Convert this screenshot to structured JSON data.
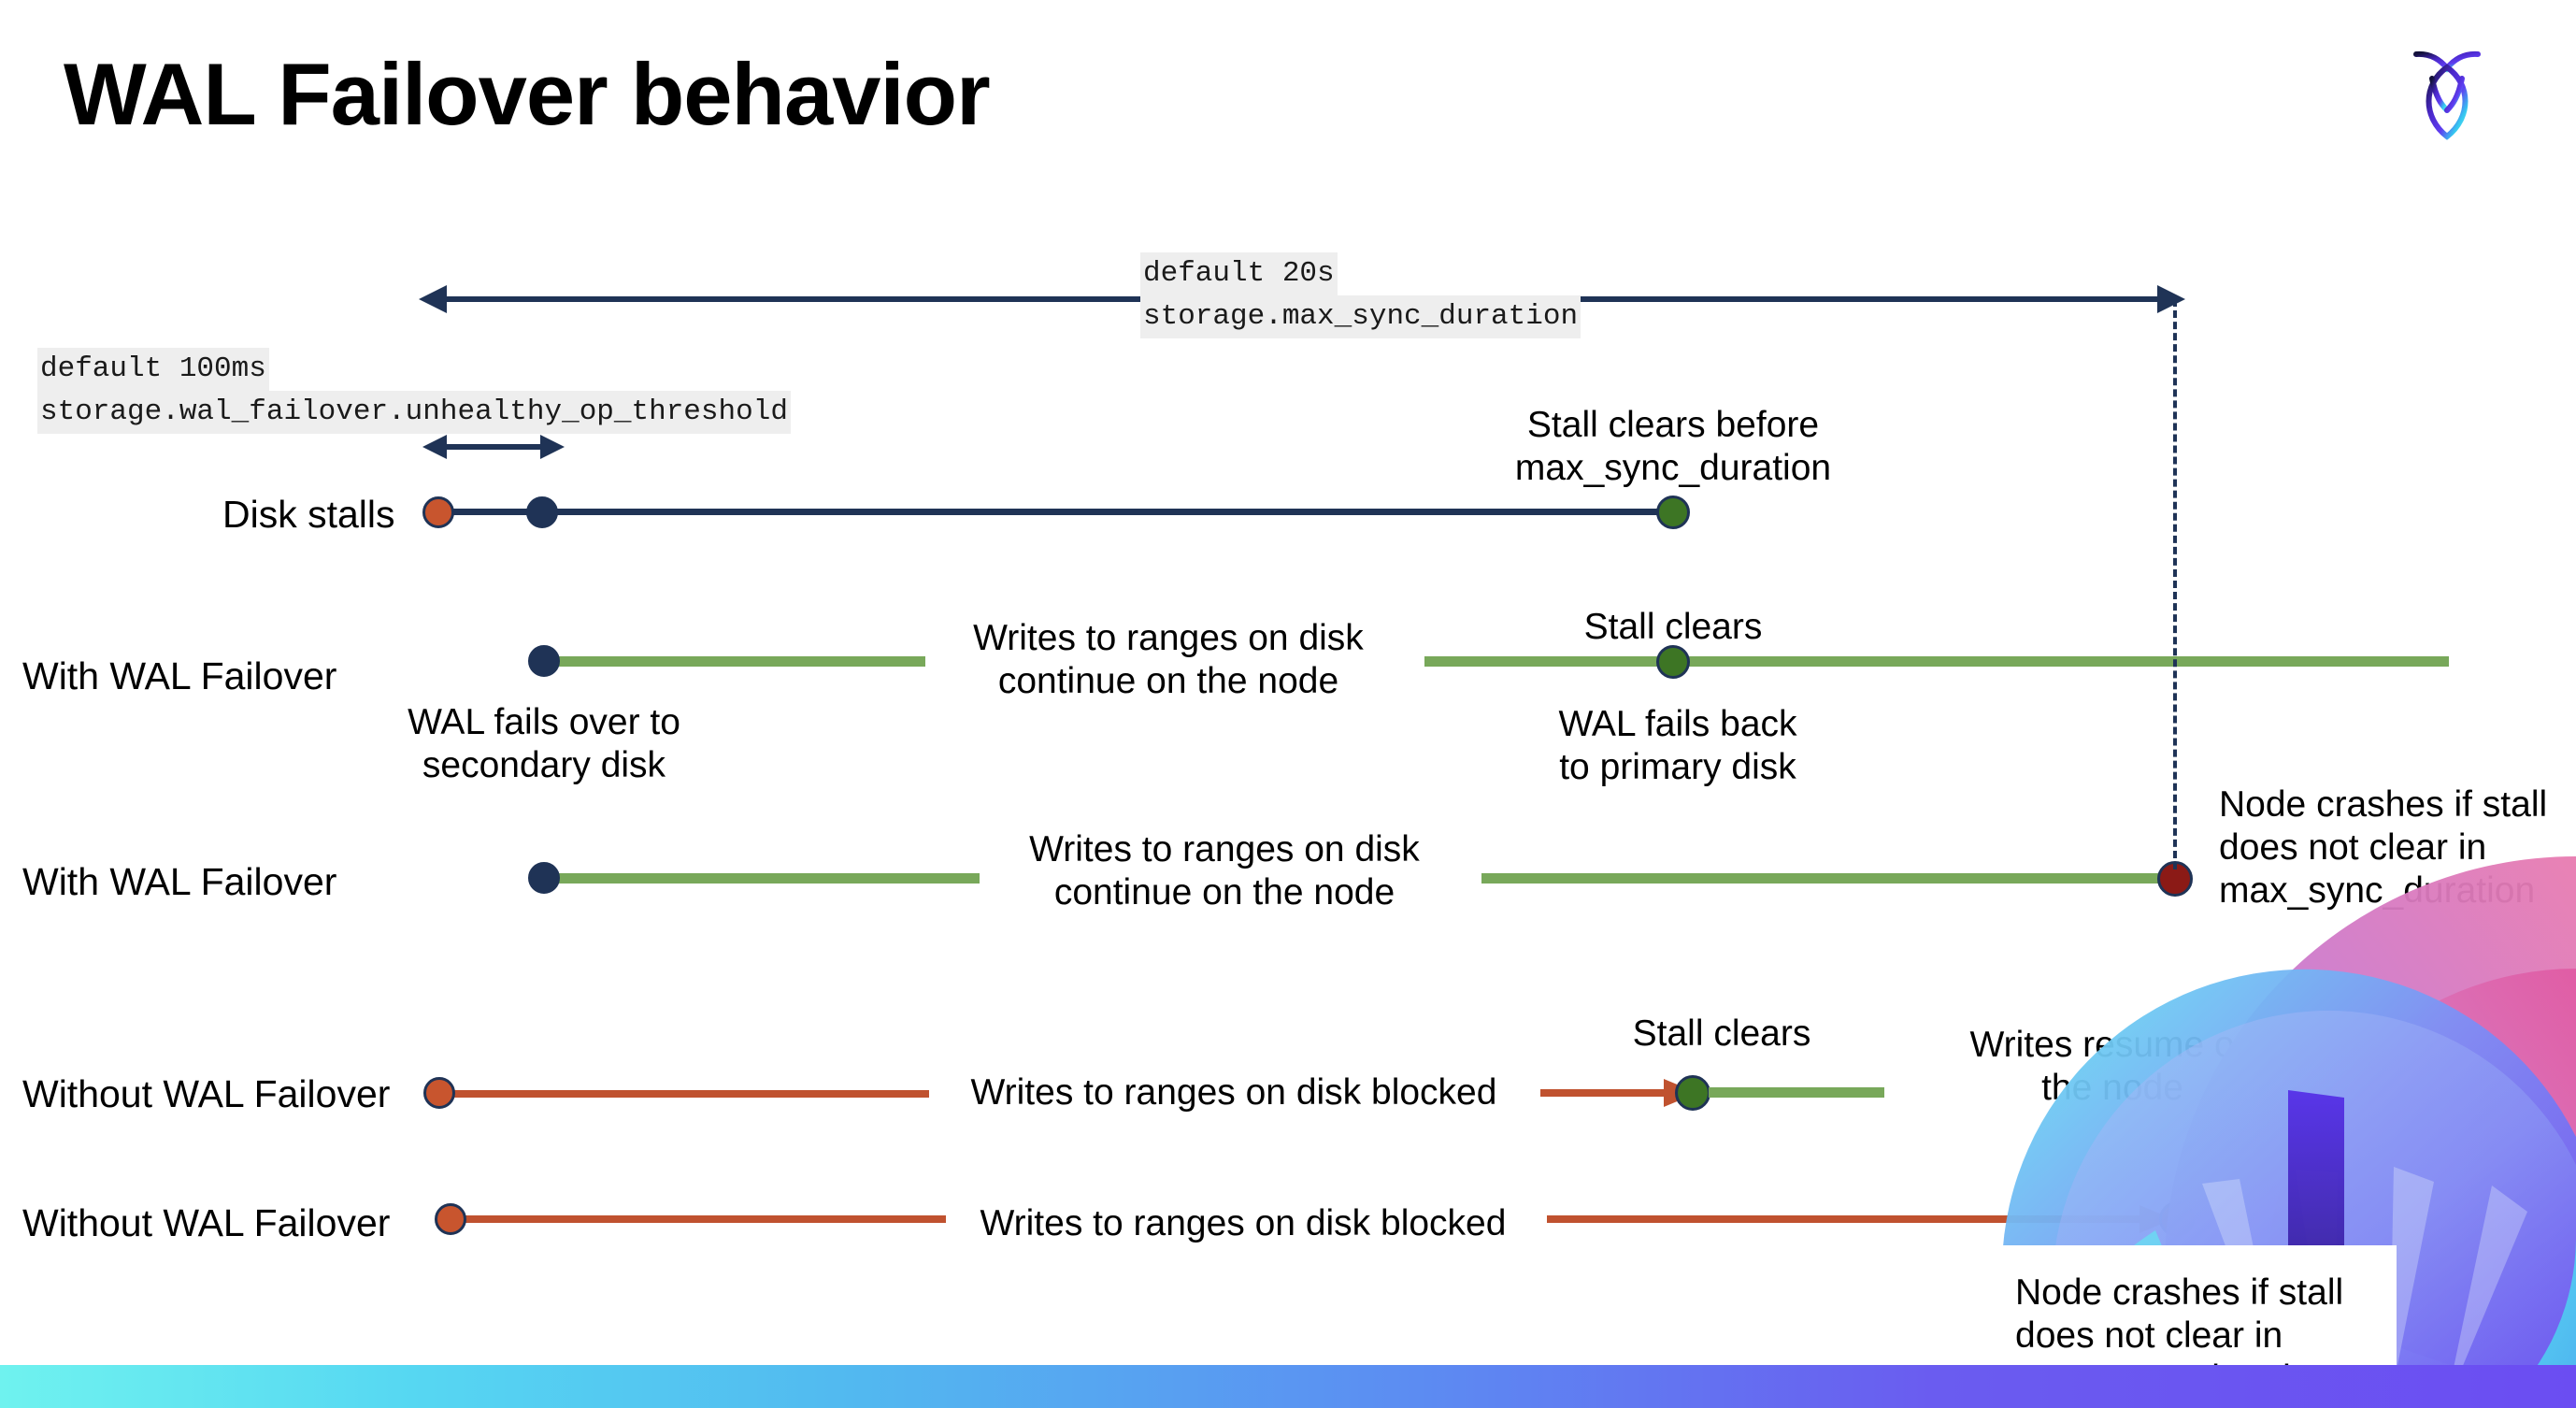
{
  "slide": {
    "title": "WAL Failover behavior",
    "logo_name": "cockroachdb-logo"
  },
  "annotations": {
    "max_sync_duration": {
      "default": "default 20s",
      "setting": "storage.max_sync_duration"
    },
    "unhealthy_op_threshold": {
      "default": "default 100ms",
      "setting": "storage.wal_failover.unhealthy_op_threshold"
    }
  },
  "rows": [
    {
      "label": "Disk stalls",
      "notes": [
        "Stall clears before",
        "max_sync_duration"
      ]
    },
    {
      "label": "With WAL Failover",
      "notes": [
        "WAL fails over to",
        "secondary disk",
        "Writes to ranges on disk",
        "continue on the node",
        "Stall clears",
        "WAL fails  back",
        "to primary disk"
      ]
    },
    {
      "label": "With WAL Failover",
      "notes": [
        "Writes to ranges on disk",
        "continue on the node",
        "Node crashes if stall",
        "does not clear in",
        "max_sync_duration"
      ]
    },
    {
      "label": "Without WAL Failover",
      "notes": [
        "Writes to ranges on disk  blocked",
        "Stall clears",
        "Writes resume on",
        "the node"
      ]
    },
    {
      "label": "Without WAL Failover",
      "notes": [
        "Writes to ranges on disk  blocked",
        "Node crashes if stall",
        "does not clear in",
        "max_sync_duration"
      ]
    }
  ],
  "labels": {
    "disk_stalls": "Disk stalls",
    "with_wal_failover": "With WAL Failover",
    "without_wal_failover": "Without WAL Failover",
    "stall_clears_before": "Stall clears before",
    "max_sync_duration_word": "max_sync_duration",
    "wal_fails_over_to": "WAL fails over to",
    "secondary_disk": "secondary disk",
    "writes_to_ranges_1": "Writes to ranges on disk",
    "continue_on_node": "continue on the node",
    "stall_clears": "Stall clears",
    "wal_fails_back": "WAL fails  back",
    "to_primary_disk": "to primary disk",
    "node_crashes_line1": "Node crashes if stall",
    "node_crashes_line2": "does not clear in",
    "node_crashes_line3": "max_sync_duration",
    "writes_blocked": "Writes to ranges on disk  blocked",
    "writes_resume_line1": "Writes resume on",
    "writes_resume_line2": "the node"
  },
  "colors": {
    "navy": "#1f3356",
    "green_line": "#78a85a",
    "green_dot": "#3d7524",
    "red_line": "#c0522f",
    "orange_dot": "#c8552e",
    "dark_red_dot": "#8b1a16",
    "code_bg": "#eeeeee",
    "bar_gradient_start": "#6ff2ef",
    "bar_gradient_end": "#6b4df2"
  }
}
